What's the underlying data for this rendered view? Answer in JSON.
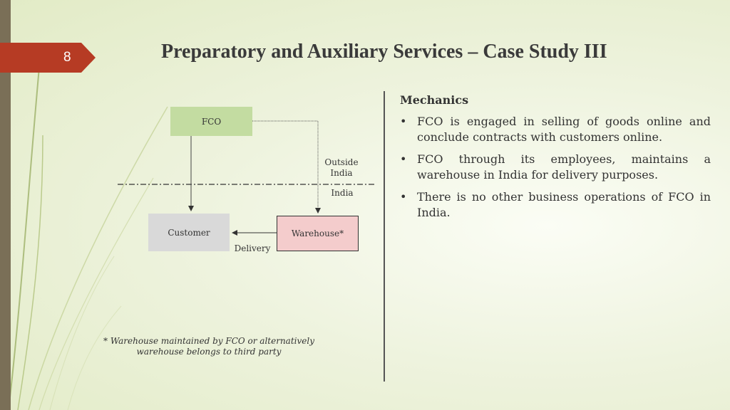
{
  "slide": {
    "number": "8",
    "title": "Preparatory and Auxiliary Services – Case Study III"
  },
  "mechanics": {
    "heading": "Mechanics",
    "bullets": [
      "FCO is engaged in selling of goods online and conclude contracts with customers online.",
      "FCO through its employees, maintains a warehouse in India for delivery purposes.",
      "There is no other business operations of FCO in India."
    ]
  },
  "diagram": {
    "fco": "FCO",
    "customer": "Customer",
    "warehouse": "Warehouse*",
    "outside_india": "Outside India",
    "india": "India",
    "delivery": "Delivery",
    "footnote": "* Warehouse maintained by FCO or alternatively warehouse belongs to third party"
  },
  "colors": {
    "accent": "#b63b24",
    "fco_box": "#c3dca1",
    "customer_box": "#d9d9d9",
    "warehouse_box": "#f4cccc"
  }
}
